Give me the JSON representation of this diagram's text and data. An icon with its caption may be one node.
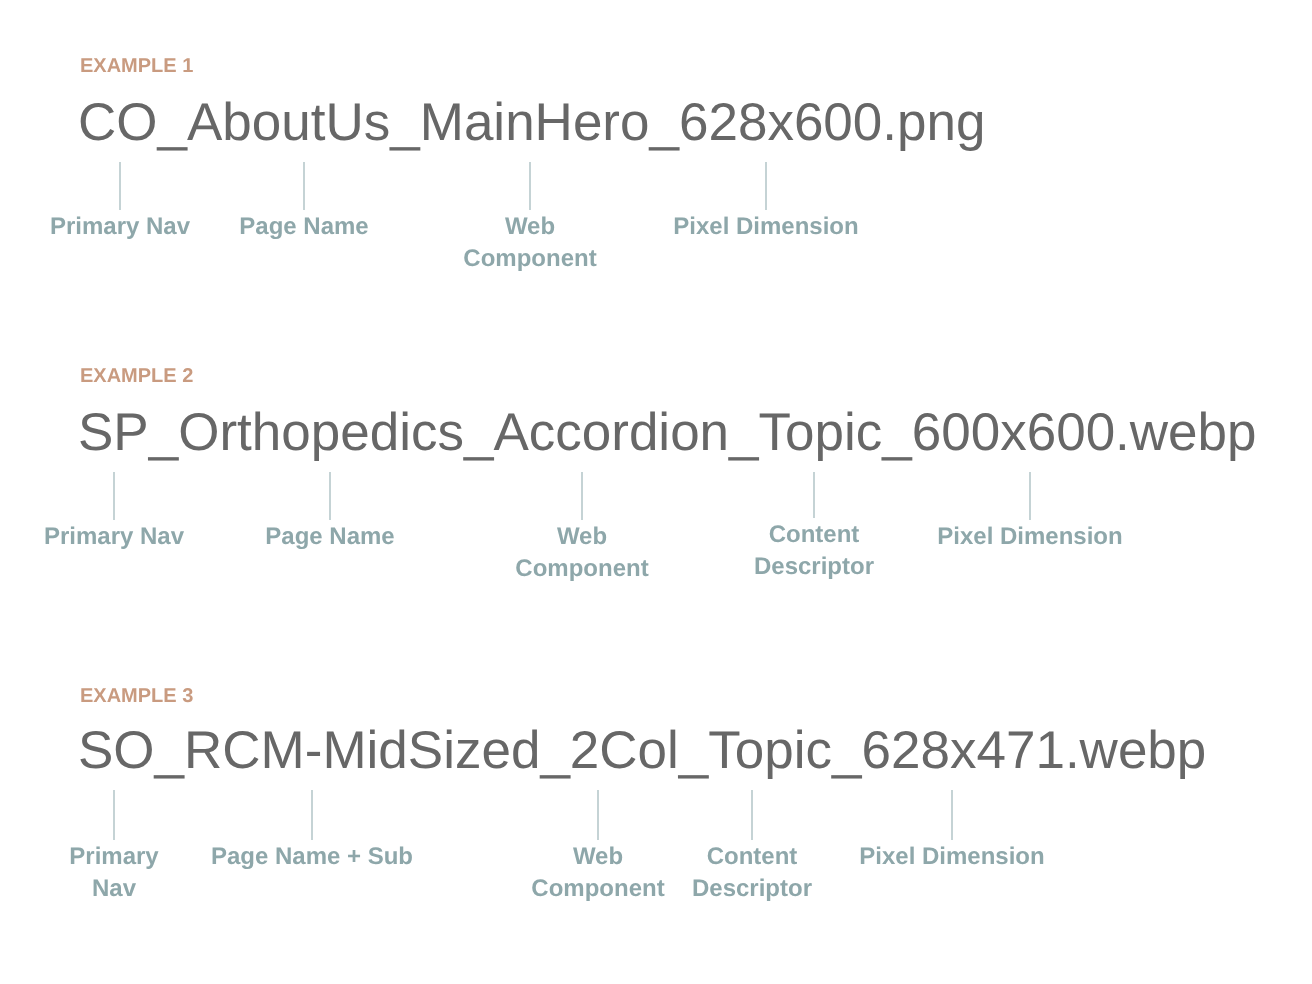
{
  "diagram": {
    "nodes": [
      {
        "text": [
          "CO_AboutUs_MainHero_628x600.png"
        ]
      },
      {
        "text": [
          "Primary Nav"
        ]
      },
      {
        "text": [
          "Page Name"
        ]
      },
      {
        "text": [
          "Web Component"
        ]
      },
      {
        "text": [
          "Pixel Dimension"
        ]
      },
      {
        "text": [
          "SP_Orthopedics_Accordion_Topic_600x600.webp"
        ]
      },
      {
        "text": [
          "Primary Nav"
        ]
      },
      {
        "text": [
          "Page Name"
        ]
      },
      {
        "text": [
          "Web Component"
        ]
      },
      {
        "text": [
          "Content Descriptor"
        ]
      },
      {
        "text": [
          "Pixel Dimension"
        ]
      },
      {
        "text": [
          "SO_RCM-MidSized_2Col_Topic_628x471.webp"
        ]
      },
      {
        "text": [
          "Primary Nav"
        ]
      },
      {
        "text": [
          "Page Name + Sub"
        ]
      },
      {
        "text": [
          "Web Component"
        ]
      },
      {
        "text": [
          "Content Descriptor"
        ]
      },
      {
        "text": [
          "Pixel Dimension"
        ]
      }
    ],
    "edges": [
      {
        "from": 1,
        "to": 0,
        "arrow": "none"
      },
      {
        "from": 2,
        "to": 0,
        "arrow": "none"
      },
      {
        "from": 3,
        "to": 0,
        "arrow": "none"
      },
      {
        "from": 4,
        "to": 0,
        "arrow": "none"
      },
      {
        "from": 6,
        "to": 5,
        "arrow": "none"
      },
      {
        "from": 7,
        "to": 5,
        "arrow": "none"
      },
      {
        "from": 8,
        "to": 5,
        "arrow": "none"
      },
      {
        "from": 9,
        "to": 5,
        "arrow": "none"
      },
      {
        "from": 10,
        "to": 5,
        "arrow": "none"
      },
      {
        "from": 12,
        "to": 11,
        "arrow": "none"
      },
      {
        "from": 13,
        "to": 11,
        "arrow": "none"
      },
      {
        "from": 14,
        "to": 11,
        "arrow": "none"
      },
      {
        "from": 15,
        "to": 11,
        "arrow": "none"
      },
      {
        "from": 16,
        "to": 11,
        "arrow": "none"
      }
    ],
    "labels": [
      "EXAMPLE 1",
      "EXAMPLE 2",
      "EXAMPLE 3"
    ]
  }
}
